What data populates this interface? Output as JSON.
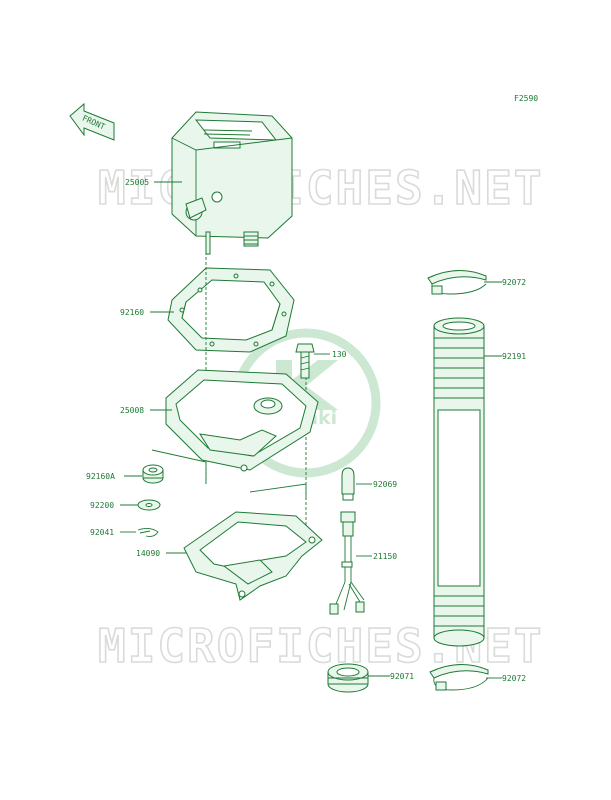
{
  "figure_code": "F2590",
  "front_arrow_label": "FRONT",
  "watermark_text": "MICROFICHES.NET",
  "logo_text": "Kawasaki",
  "colors": {
    "line": "#1e7a35",
    "fill": "#e9f6ec",
    "watermark": "#d8dcd8"
  },
  "parts": [
    {
      "id": "25005",
      "label": "25005",
      "name": "meter-assembly"
    },
    {
      "id": "92160",
      "label": "92160",
      "name": "meter-damper"
    },
    {
      "id": "130",
      "label": "130",
      "name": "bolt"
    },
    {
      "id": "25008",
      "label": "25008",
      "name": "meter-case"
    },
    {
      "id": "92160A",
      "label": "92160A",
      "name": "grommet"
    },
    {
      "id": "92200",
      "label": "92200",
      "name": "washer"
    },
    {
      "id": "92041",
      "label": "92041",
      "name": "clip"
    },
    {
      "id": "14090",
      "label": "14090",
      "name": "cover"
    },
    {
      "id": "92069",
      "label": "92069",
      "name": "bulb"
    },
    {
      "id": "21150",
      "label": "21150",
      "name": "socket-lead"
    },
    {
      "id": "92071",
      "label": "92071",
      "name": "seal"
    },
    {
      "id": "92072_top",
      "label": "92072",
      "name": "band-top"
    },
    {
      "id": "92191",
      "label": "92191",
      "name": "tube-cable"
    },
    {
      "id": "92072_bottom",
      "label": "92072",
      "name": "band-bottom"
    }
  ]
}
